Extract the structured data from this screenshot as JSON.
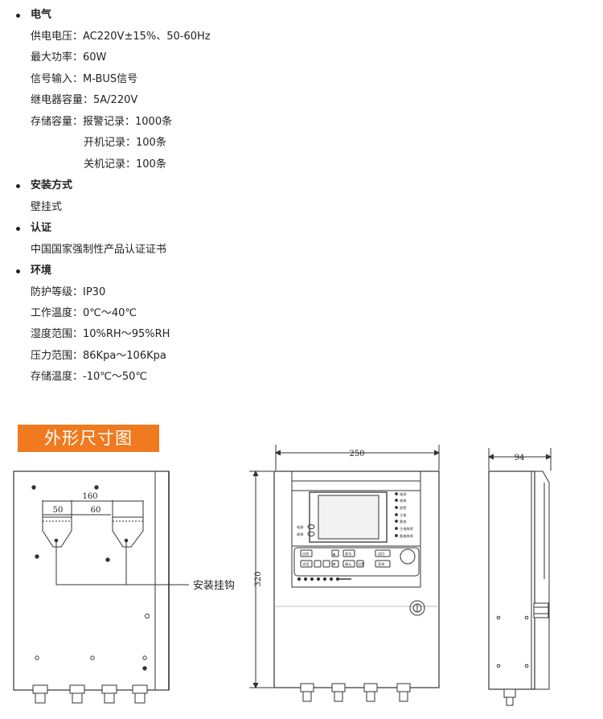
{
  "sections": [
    {
      "title": "电气",
      "items": [
        "供电电压：AC220V±15%、50-60Hz",
        "最大功率：60W",
        "信号输入：M-BUS信号",
        "继电器容量：5A/220V",
        "存储容量：报警记录：1000条"
      ],
      "subitems": [
        "开机记录：100条",
        "关机记录：100条"
      ]
    },
    {
      "title": "安装方式",
      "items": [
        "壁挂式"
      ]
    },
    {
      "title": "认证",
      "items": [
        "中国国家强制性产品认证证书"
      ]
    },
    {
      "title": "环境",
      "items": [
        "防护等级：IP30",
        "工作温度：0℃～40℃",
        "湿度范围：10%RH～95%RH",
        "压力范围：86Kpa～106Kpa",
        "存储温度：-10℃～50℃"
      ]
    }
  ],
  "banner": "外形尺寸图",
  "dims": {
    "width": "250",
    "height": "320",
    "depth": "94",
    "hole_span": "160",
    "left_seg": "50",
    "right_seg": "60"
  },
  "callout": "安装挂钩",
  "panel": {
    "indicators": [
      "电源",
      "故障",
      "报警",
      "主电",
      "备电",
      "主电故障",
      "备电故障"
    ],
    "left_status": [
      "电源",
      "故障"
    ],
    "buttons": [
      "自检",
      "消音",
      "复位",
      "▲",
      "▼",
      "确认",
      "返回",
      "菜单",
      "设置"
    ]
  }
}
